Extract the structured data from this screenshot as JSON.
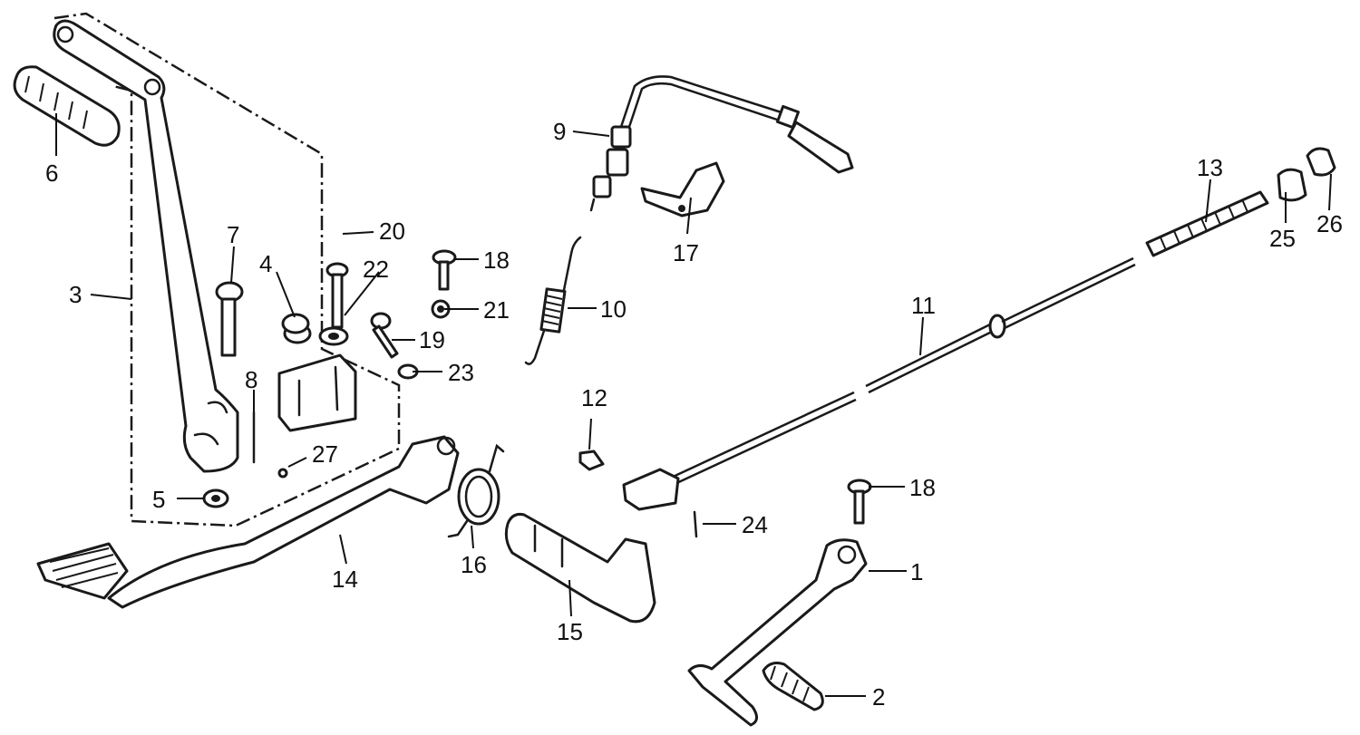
{
  "callouts": [
    {
      "id": "1",
      "text": "1"
    },
    {
      "id": "2",
      "text": "2"
    },
    {
      "id": "3",
      "text": "3"
    },
    {
      "id": "4",
      "text": "4"
    },
    {
      "id": "5",
      "text": "5"
    },
    {
      "id": "6",
      "text": "6"
    },
    {
      "id": "7",
      "text": "7"
    },
    {
      "id": "8",
      "text": "8"
    },
    {
      "id": "9",
      "text": "9"
    },
    {
      "id": "10",
      "text": "10"
    },
    {
      "id": "11",
      "text": "11"
    },
    {
      "id": "12",
      "text": "12"
    },
    {
      "id": "13",
      "text": "13"
    },
    {
      "id": "14",
      "text": "14"
    },
    {
      "id": "15",
      "text": "15"
    },
    {
      "id": "16",
      "text": "16"
    },
    {
      "id": "17",
      "text": "17"
    },
    {
      "id": "18a",
      "text": "18"
    },
    {
      "id": "18b",
      "text": "18"
    },
    {
      "id": "19",
      "text": "19"
    },
    {
      "id": "20",
      "text": "20"
    },
    {
      "id": "21",
      "text": "21"
    },
    {
      "id": "22",
      "text": "22"
    },
    {
      "id": "23",
      "text": "23"
    },
    {
      "id": "24",
      "text": "24"
    },
    {
      "id": "25",
      "text": "25"
    },
    {
      "id": "26",
      "text": "26"
    },
    {
      "id": "27",
      "text": "27"
    }
  ]
}
